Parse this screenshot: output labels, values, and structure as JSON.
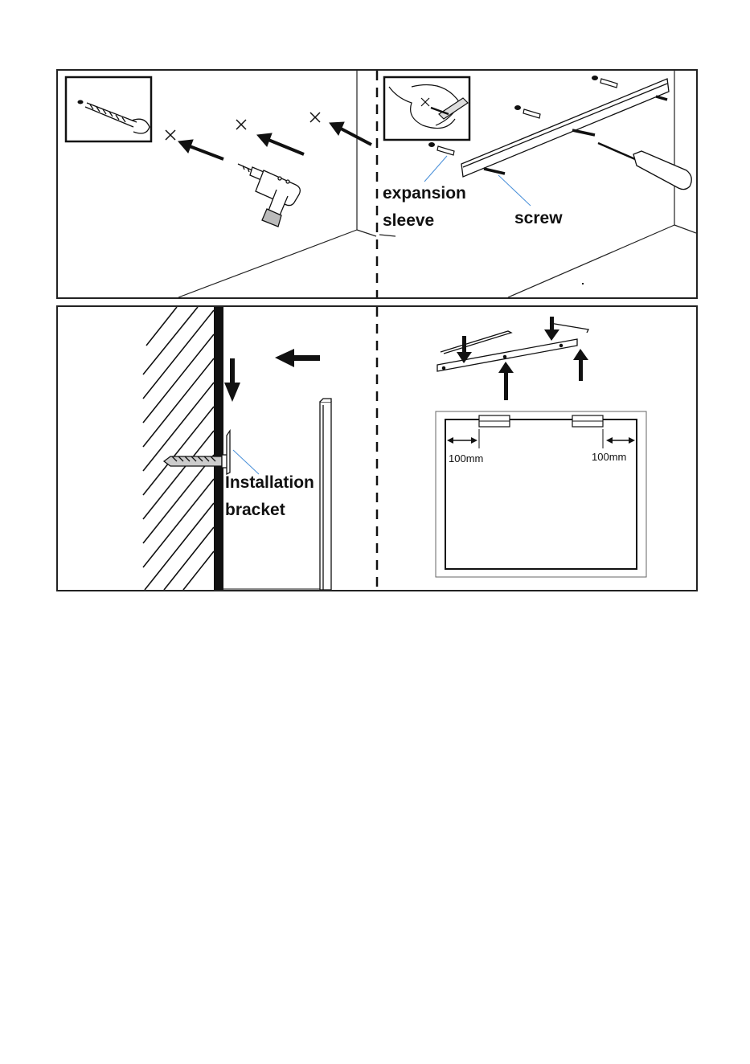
{
  "top_panel": {
    "labels": {
      "expansion": "expansion",
      "sleeve": "sleeve",
      "screw": "screw"
    }
  },
  "bottom_panel": {
    "labels": {
      "installation": "Installation",
      "bracket": "bracket",
      "dim_left": "100mm",
      "dim_right": "100mm"
    }
  },
  "icons": [
    "drill-bit-detail-icon",
    "cross-mark-icon",
    "arrow-icon",
    "electric-drill-icon",
    "expansion-sleeve-detail-icon",
    "mounting-rail-icon",
    "screwdriver-icon",
    "wall-hatch-icon",
    "screw-anchor-icon",
    "mirror-frame-icon"
  ],
  "colors": {
    "line": "#111111",
    "callout": "#4a90d9",
    "background": "#ffffff"
  }
}
